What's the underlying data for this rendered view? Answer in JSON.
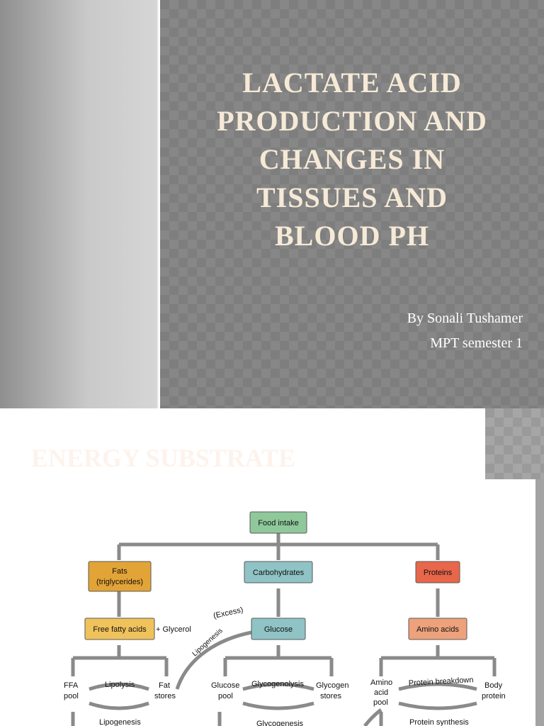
{
  "slide1": {
    "title_lines": [
      "LACTATE ACID",
      "PRODUCTION AND",
      "CHANGES IN",
      "TISSUES AND",
      "BLOOD PH"
    ],
    "author": "By Sonali Tushamer",
    "course": "MPT semester 1"
  },
  "slide2": {
    "title": "ENERGY SUBSTRATE",
    "diagram": {
      "food_intake": "Food intake",
      "fats": [
        "Fats",
        "(triglycerides)"
      ],
      "carbohydrates": "Carbohydrates",
      "proteins": "Proteins",
      "free_fatty_acids": "Free fatty acids",
      "glycerol": "+ Glycerol",
      "glucose": "Glucose",
      "amino_acids": "Amino acids",
      "excess": "(Excess)",
      "lipogenesis_diag": "Lipogenesis",
      "ffa_pool": [
        "FFA",
        "pool"
      ],
      "lipolysis": "Lipolysis",
      "fat_stores": [
        "Fat",
        "stores"
      ],
      "lipogenesis_bottom": "Lipogenesis",
      "glucose_pool": [
        "Glucose",
        "pool"
      ],
      "glycogenolysis": "Glycogenolysis",
      "glycogen_stores": [
        "Glycogen",
        "stores"
      ],
      "glycogenesis": "Glycogenesis",
      "amino_acid_pool": [
        "Amino",
        "acid",
        "pool"
      ],
      "protein_breakdown": "Protein breakdown",
      "body_protein": [
        "Body",
        "protein"
      ],
      "protein_synthesis": "Protein synthesis"
    },
    "colors": {
      "fats": "#e3a437",
      "carbs": "#8fc3c5",
      "proteins": "#e8664a",
      "food": "#8fc89a",
      "amino": "#eda27c",
      "ffa": "#f0c25c"
    }
  }
}
